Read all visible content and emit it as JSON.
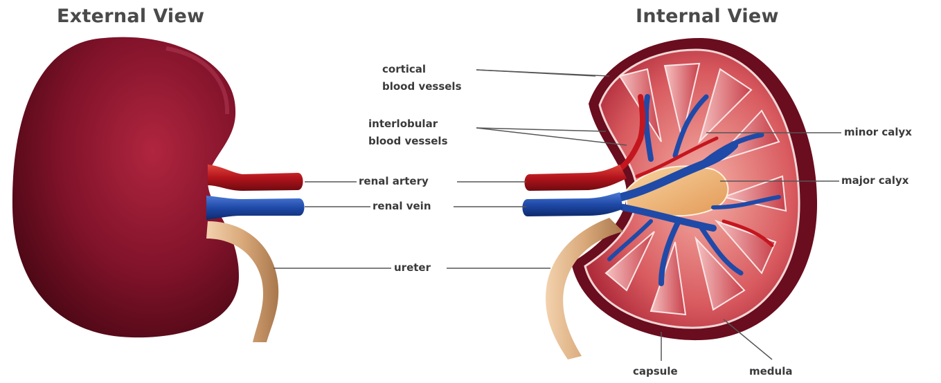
{
  "views": {
    "external_title": "External View",
    "internal_title": "Internal View"
  },
  "labels": {
    "cortical_line1": "cortical",
    "cortical_line2": "blood vessels",
    "interlobular_line1": "interlobular",
    "interlobular_line2": "blood vessels",
    "renal_artery": "renal artery",
    "renal_vein": "renal vein",
    "ureter": "ureter",
    "minor_calyx": "minor calyx",
    "major_calyx": "major calyx",
    "capsule": "capsule",
    "medula": "medula"
  },
  "colors": {
    "kidney_dark": "#5a0a1a",
    "kidney_mid": "#8e1630",
    "artery_red": "#b3141c",
    "vein_blue": "#1f4aa8",
    "ureter_tan": "#d9a97a",
    "medulla_pink": "#e58a8a",
    "pelvis_peach": "#f2b978",
    "leader_line": "#555555"
  }
}
